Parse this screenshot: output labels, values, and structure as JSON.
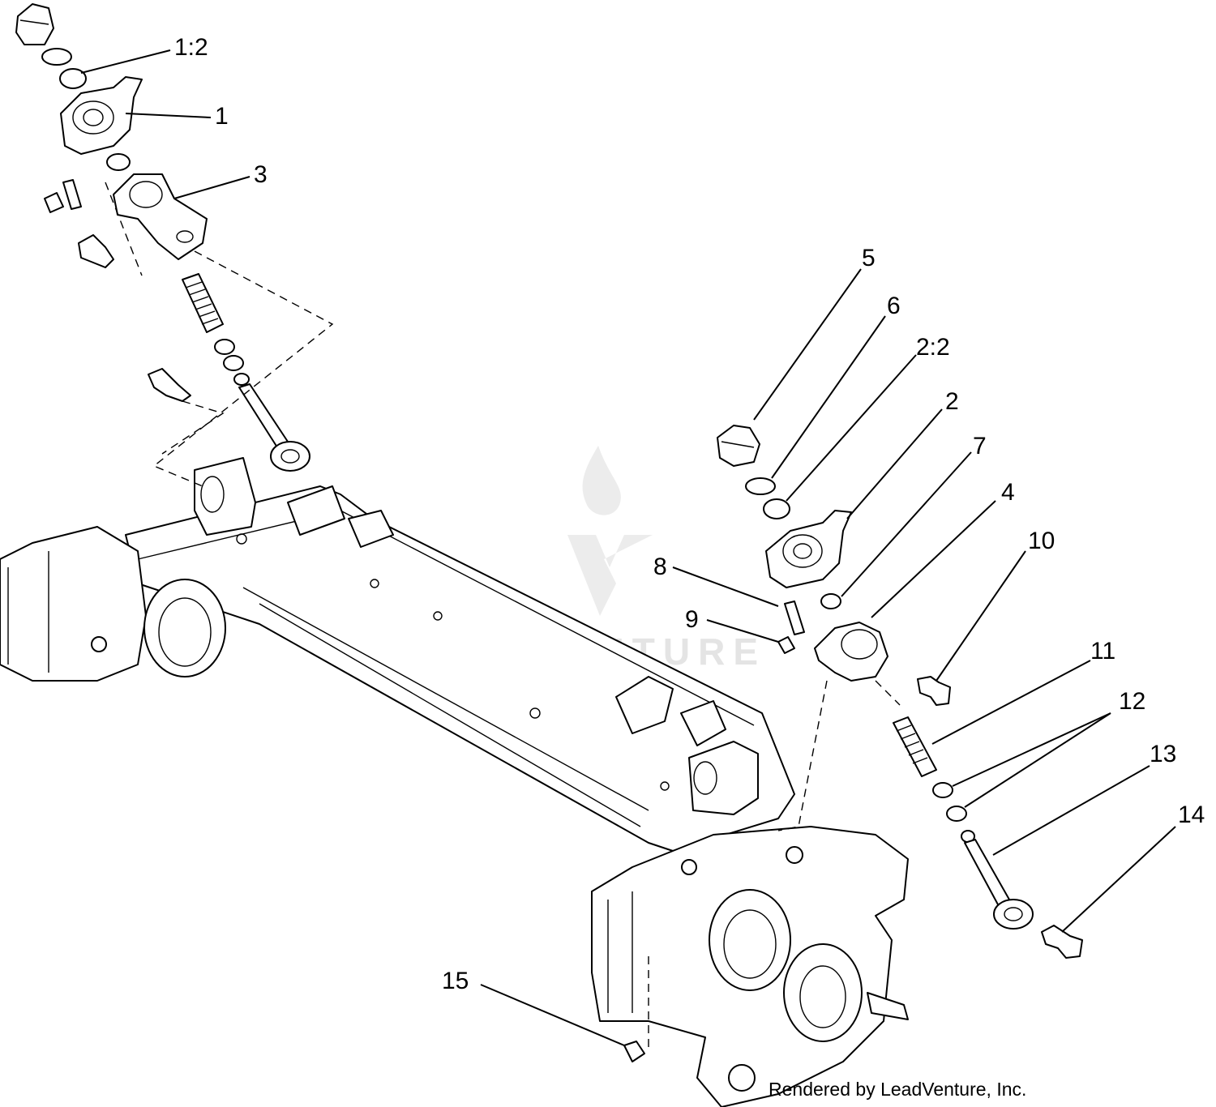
{
  "diagram": {
    "credit": "Rendered by LeadVenture, Inc.",
    "watermark": "LEADVENTURE",
    "callouts": [
      {
        "id": "c-1-2",
        "label": "1:2"
      },
      {
        "id": "c-1",
        "label": "1"
      },
      {
        "id": "c-3",
        "label": "3"
      },
      {
        "id": "c-5",
        "label": "5"
      },
      {
        "id": "c-6",
        "label": "6"
      },
      {
        "id": "c-2-2",
        "label": "2:2"
      },
      {
        "id": "c-2",
        "label": "2"
      },
      {
        "id": "c-7",
        "label": "7"
      },
      {
        "id": "c-4",
        "label": "4"
      },
      {
        "id": "c-10",
        "label": "10"
      },
      {
        "id": "c-8",
        "label": "8"
      },
      {
        "id": "c-9",
        "label": "9"
      },
      {
        "id": "c-11",
        "label": "11"
      },
      {
        "id": "c-12",
        "label": "12"
      },
      {
        "id": "c-13",
        "label": "13"
      },
      {
        "id": "c-14",
        "label": "14"
      },
      {
        "id": "c-15",
        "label": "15"
      }
    ]
  }
}
